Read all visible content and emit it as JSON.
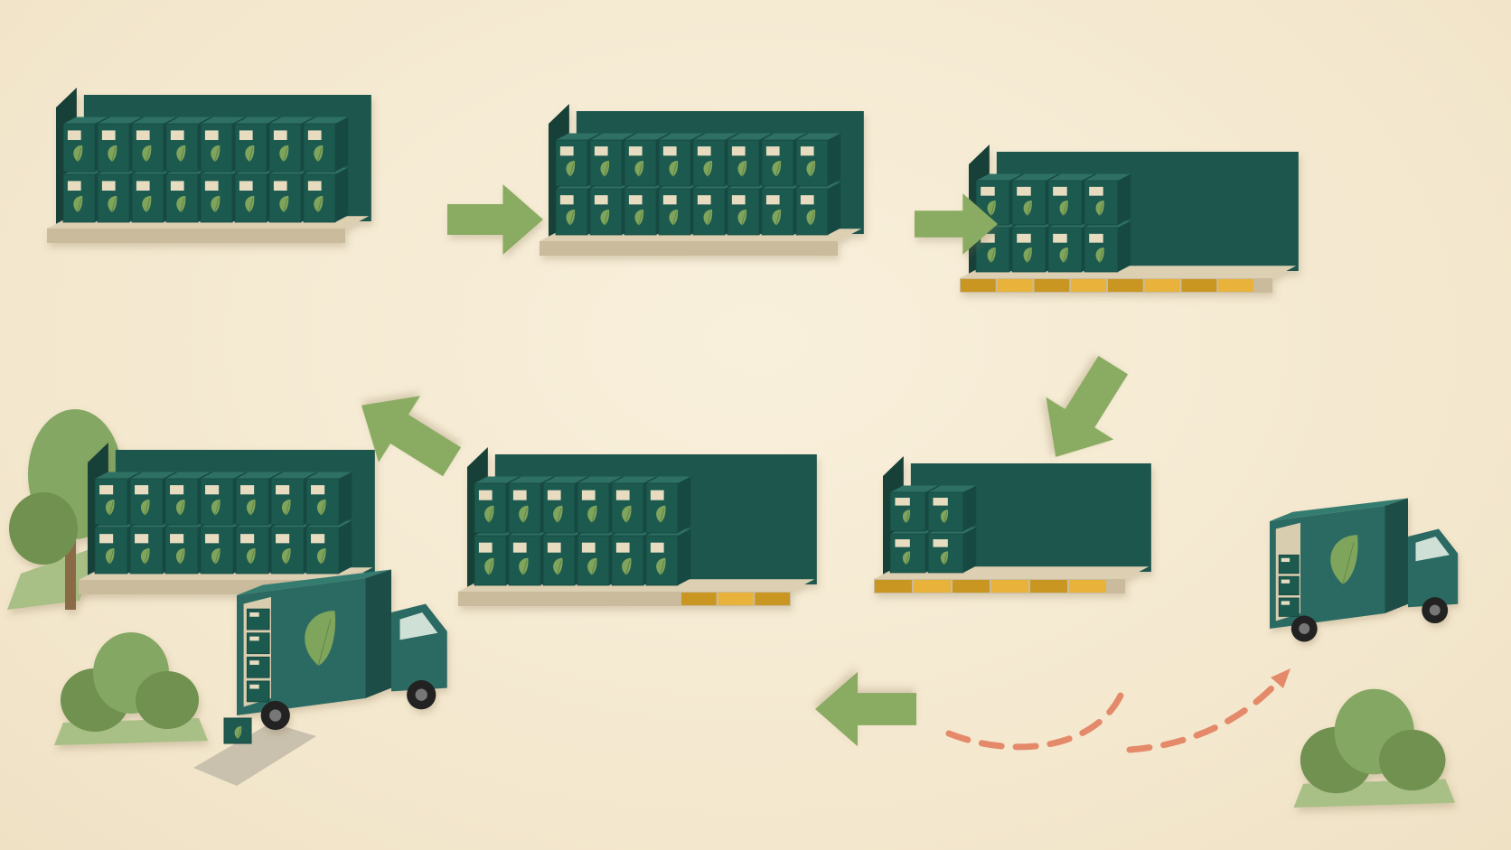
{
  "colors": {
    "background": "#f6ecd6",
    "box_front": "#1f5a50",
    "box_side": "#184a42",
    "box_top": "#2d6f64",
    "box_label": "#e8dcc0",
    "leaf": "#7fa45c",
    "wall": "#1f574d",
    "wall_side": "#163f38",
    "platform_top": "#ddd0b2",
    "platform_front": "#c9bb9b",
    "gap_strip": "#e8b23a",
    "gap_strip_dark": "#c99623",
    "arrow": "#8aab62",
    "arrow_dark": "#6f8f4a",
    "dashed_path": "#e48a6a",
    "truck_body": "#2a6b62",
    "truck_dark": "#1d4d46",
    "tree": "#84a764",
    "tree_dark": "#6f9150"
  },
  "stages": [
    {
      "step": 1,
      "columns": 8,
      "rows": 2,
      "empty_slots": 0
    },
    {
      "step": 2,
      "columns": 8,
      "rows": 2,
      "empty_slots": 0
    },
    {
      "step": 3,
      "columns": 4,
      "rows": 2,
      "empty_slots": 4
    },
    {
      "step": 4,
      "columns": 2,
      "rows": 2,
      "empty_slots": 5
    },
    {
      "step": 5,
      "columns": 6,
      "rows": 2,
      "empty_slots": 2
    },
    {
      "step": 6,
      "columns": 7,
      "rows": 2,
      "empty_slots": 0
    }
  ],
  "flow_arrows": [
    {
      "from": 1,
      "to": 2,
      "direction": "right"
    },
    {
      "from": 2,
      "to": 3,
      "direction": "right"
    },
    {
      "from": 3,
      "to": 4,
      "direction": "down-left"
    },
    {
      "from": 4,
      "to": 5,
      "direction": "left"
    },
    {
      "from": 5,
      "to": 6,
      "direction": "up-left"
    }
  ],
  "trucks": [
    {
      "role": "pickup",
      "cargo_boxes": 4,
      "icon": "leaf-icon"
    },
    {
      "role": "delivery",
      "cargo_boxes": 3,
      "icon": "leaf-icon"
    }
  ],
  "decor": [
    "tree-icon",
    "bush-icon",
    "bush-icon"
  ]
}
